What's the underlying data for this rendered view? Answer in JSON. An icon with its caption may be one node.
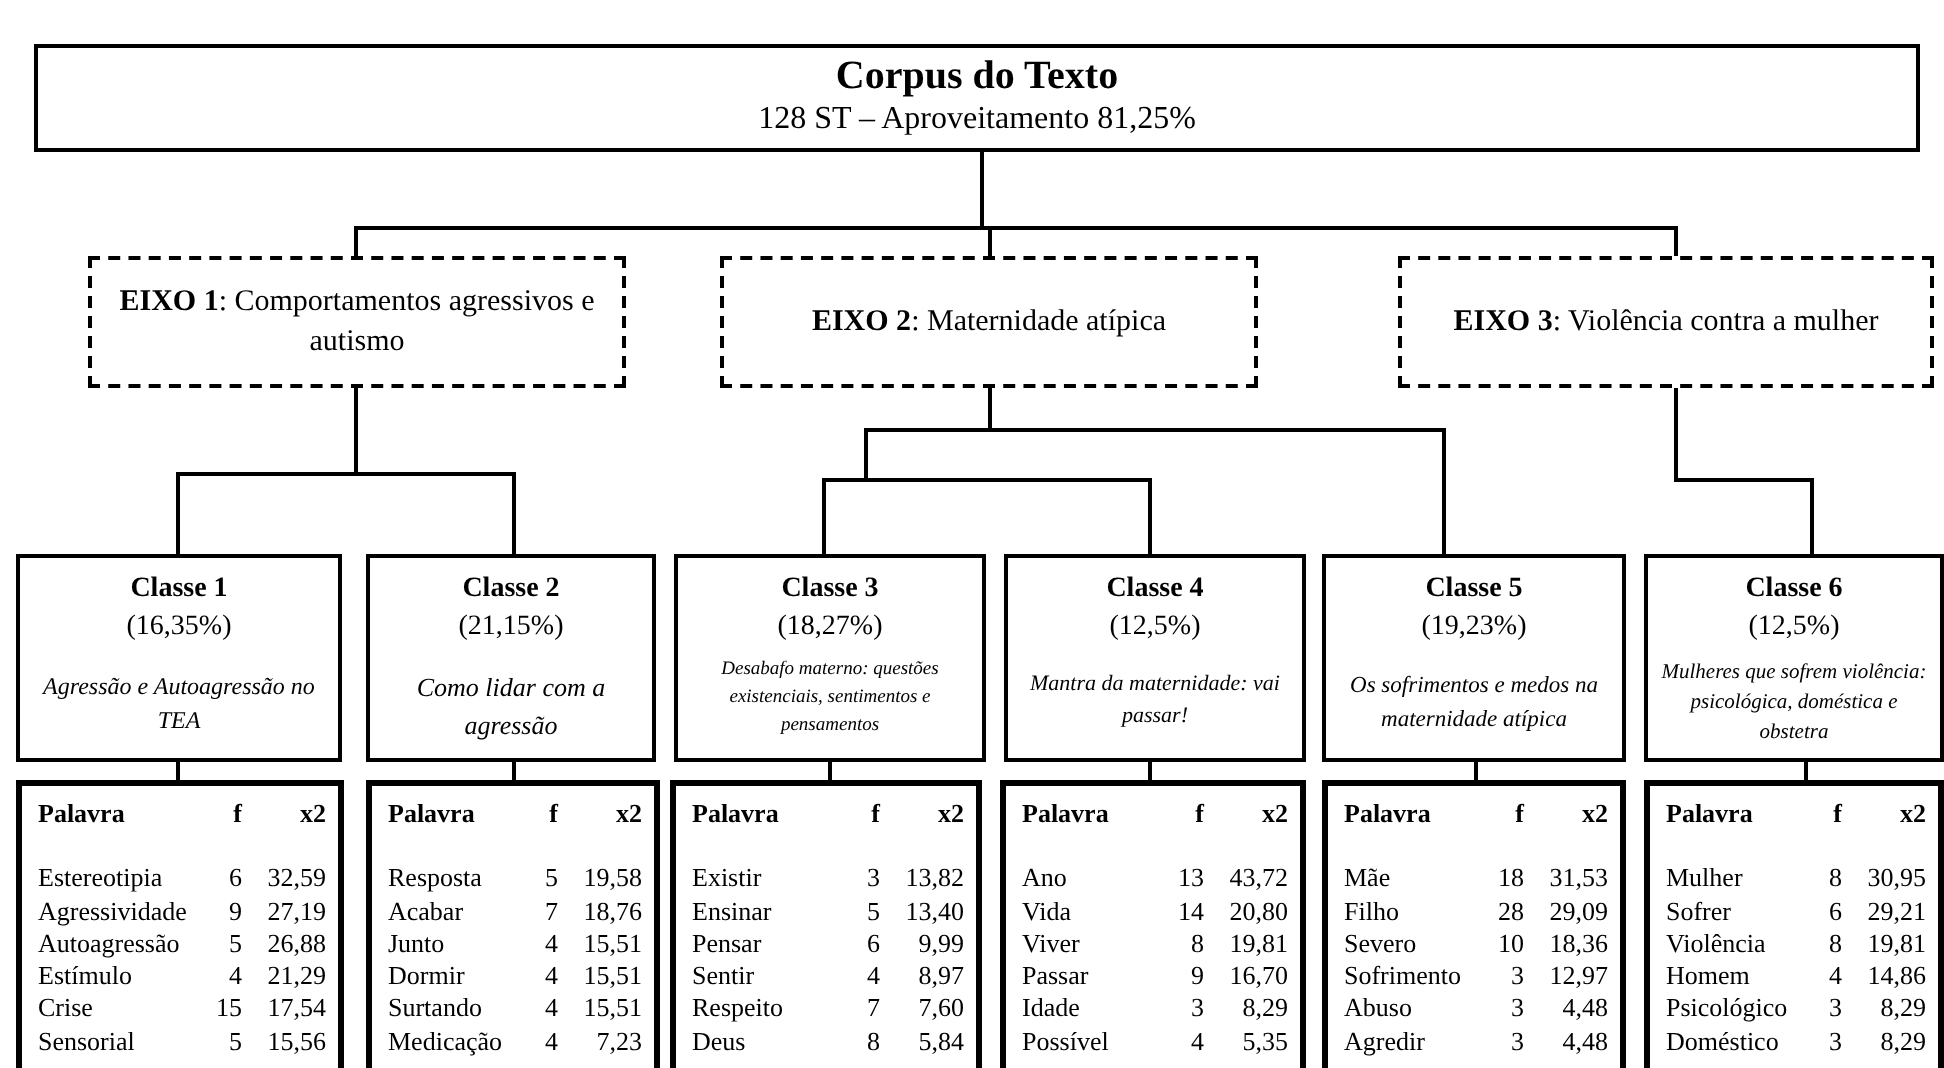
{
  "diagram": {
    "nodes": [
      {
        "text": [
          "Corpus do Texto",
          "128 ST – Aproveitamento 81,25%"
        ]
      },
      {
        "text": [
          "**EIXO 1**: Comportamentos agressivos e autismo"
        ]
      },
      {
        "text": [
          "**EIXO 2**: Maternidade atípica"
        ]
      },
      {
        "text": [
          "**EIXO 3**: Violência contra a mulher"
        ]
      },
      {
        "text": [
          "Classe 1",
          "(16,35%)",
          "Agressão e Autoagressão no TEA"
        ]
      },
      {
        "text": [
          "Classe 2",
          "(21,15%)",
          "Como lidar com a agressão"
        ]
      },
      {
        "text": [
          "Classe 3",
          "(18,27%)",
          "Desabafo materno: questões existenciais, sentimentos e pensamentos"
        ]
      },
      {
        "text": [
          "Classe 4",
          "(12,5%)",
          "Mantra da maternidade: vai passar!"
        ]
      },
      {
        "text": [
          "Classe 5",
          "(19,23%)",
          "Os sofrimentos e medos na maternidade atípica"
        ]
      },
      {
        "text": [
          "Classe 6",
          "(12,5%)",
          "Mulheres que sofrem violência: psicológica, doméstica e obstetra"
        ]
      },
      {
        "text": [
          "Palavra",
          "f",
          "x2",
          "Estereotipia",
          "6",
          "32,59",
          "Agressividade",
          "9",
          "27,19",
          "Autoagressão",
          "5",
          "26,88",
          "Estímulo",
          "4",
          "21,29",
          "Crise",
          "15",
          "17,54",
          "Sensorial",
          "5",
          "15,56"
        ]
      },
      {
        "text": [
          "Palavra",
          "f",
          "x2",
          "Resposta",
          "5",
          "19,58",
          "Acabar",
          "7",
          "18,76",
          "Junto",
          "4",
          "15,51",
          "Dormir",
          "4",
          "15,51",
          "Surtando",
          "4",
          "15,51",
          "Medicação",
          "4",
          "7,23"
        ]
      },
      {
        "text": [
          "Palavra",
          "f",
          "x2",
          "Existir",
          "3",
          "13,82",
          "Ensinar",
          "5",
          "13,40",
          "Pensar",
          "6",
          "9,99",
          "Sentir",
          "4",
          "8,97",
          "Respeito",
          "7",
          "7,60",
          "Deus",
          "8",
          "5,84"
        ]
      },
      {
        "text": [
          "Palavra",
          "f",
          "x2",
          "Ano",
          "13",
          "43,72",
          "Vida",
          "14",
          "20,80",
          "Viver",
          "8",
          "19,81",
          "Passar",
          "9",
          "16,70",
          "Idade",
          "3",
          "8,29",
          "Possível",
          "4",
          "5,35"
        ]
      },
      {
        "text": [
          "Palavra",
          "f",
          "x2",
          "Mãe",
          "18",
          "31,53",
          "Filho",
          "28",
          "29,09",
          "Severo",
          "10",
          "18,36",
          "Sofrimento",
          "3",
          "12,97",
          "Abuso",
          "3",
          "4,48",
          "Agredir",
          "3",
          "4,48"
        ]
      },
      {
        "text": [
          "Palavra",
          "f",
          "x2",
          "Mulher",
          "8",
          "30,95",
          "Sofrer",
          "6",
          "29,21",
          "Violência",
          "8",
          "19,81",
          "Homem",
          "4",
          "14,86",
          "Psicológico",
          "3",
          "8,29",
          "Doméstico",
          "3",
          "8,29"
        ]
      }
    ],
    "edges": [
      {
        "from": 0,
        "to": 1,
        "arrow": "none"
      },
      {
        "from": 0,
        "to": 2,
        "arrow": "none"
      },
      {
        "from": 0,
        "to": 3,
        "arrow": "none"
      },
      {
        "from": 1,
        "to": 4,
        "arrow": "none"
      },
      {
        "from": 1,
        "to": 5,
        "arrow": "none"
      },
      {
        "from": 2,
        "to": 6,
        "arrow": "none"
      },
      {
        "from": 2,
        "to": 7,
        "arrow": "none"
      },
      {
        "from": 2,
        "to": 8,
        "arrow": "none"
      },
      {
        "from": 3,
        "to": 9,
        "arrow": "none"
      },
      {
        "from": 4,
        "to": 10,
        "arrow": "none"
      },
      {
        "from": 5,
        "to": 11,
        "arrow": "none"
      },
      {
        "from": 6,
        "to": 12,
        "arrow": "none"
      },
      {
        "from": 7,
        "to": 13,
        "arrow": "none"
      },
      {
        "from": 8,
        "to": 14,
        "arrow": "none"
      },
      {
        "from": 9,
        "to": 15,
        "arrow": "none"
      }
    ]
  }
}
